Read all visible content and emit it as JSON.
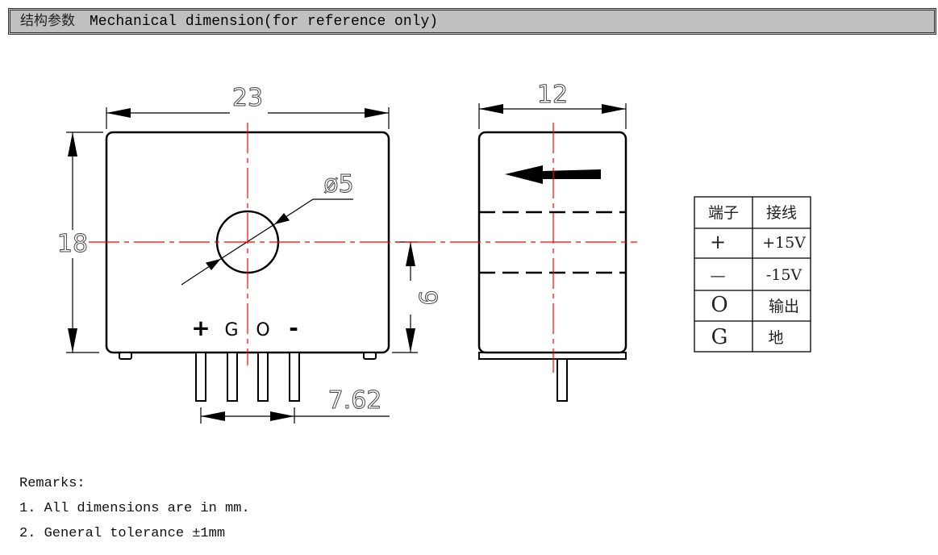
{
  "header": {
    "title_cn": "结构参数",
    "title_en": "Mechanical dimension(for reference only)"
  },
  "drawing": {
    "width": "23",
    "height": "18",
    "hole": "ø5",
    "half_height": "9",
    "pitch": "7.62",
    "depth": "12",
    "pin_labels": [
      "+",
      "G",
      "O",
      "-"
    ],
    "centerline_color": "#ff0000"
  },
  "table": {
    "headers": [
      "端子",
      "接线"
    ],
    "rows": [
      [
        "+",
        "+15V"
      ],
      [
        "—",
        "-15V"
      ],
      [
        "O",
        "输出"
      ],
      [
        "G",
        "地"
      ]
    ]
  },
  "remarks": {
    "title": "Remarks:",
    "items": [
      "1. All dimensions are in mm.",
      "2. General tolerance ±1mm"
    ]
  }
}
